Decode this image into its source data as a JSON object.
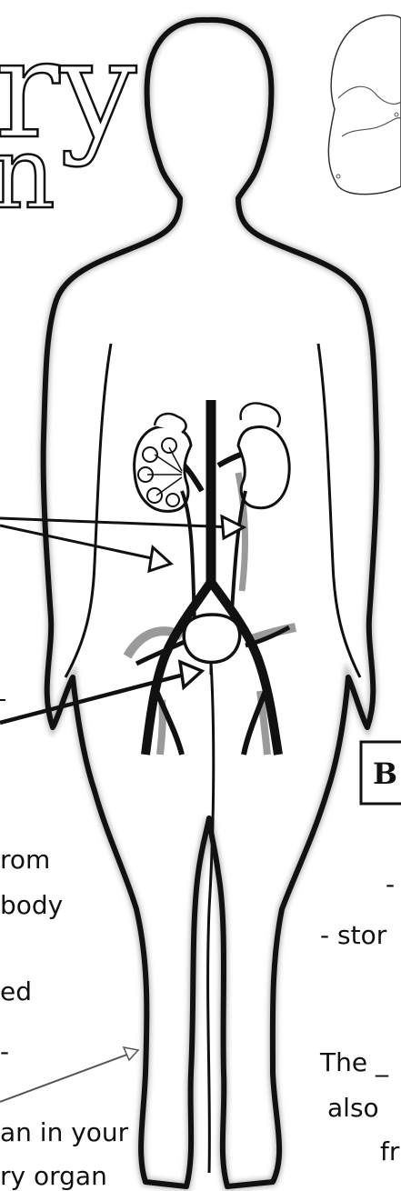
{
  "title": {
    "line1": "ry",
    "line2": "n"
  },
  "left_text": {
    "l1": "rom",
    "l2": "body",
    "l3": "ed",
    "l4": "-",
    "l5": "an in your",
    "l6": "ry organ"
  },
  "right_box": {
    "label": "B"
  },
  "right_text": {
    "l1": "-",
    "l2": "- stor",
    "l3": "The _",
    "l4": "also",
    "l5": "fr"
  },
  "colors": {
    "ink": "#111111",
    "shadow": "#9a9a9a",
    "paper": "#ffffff"
  }
}
